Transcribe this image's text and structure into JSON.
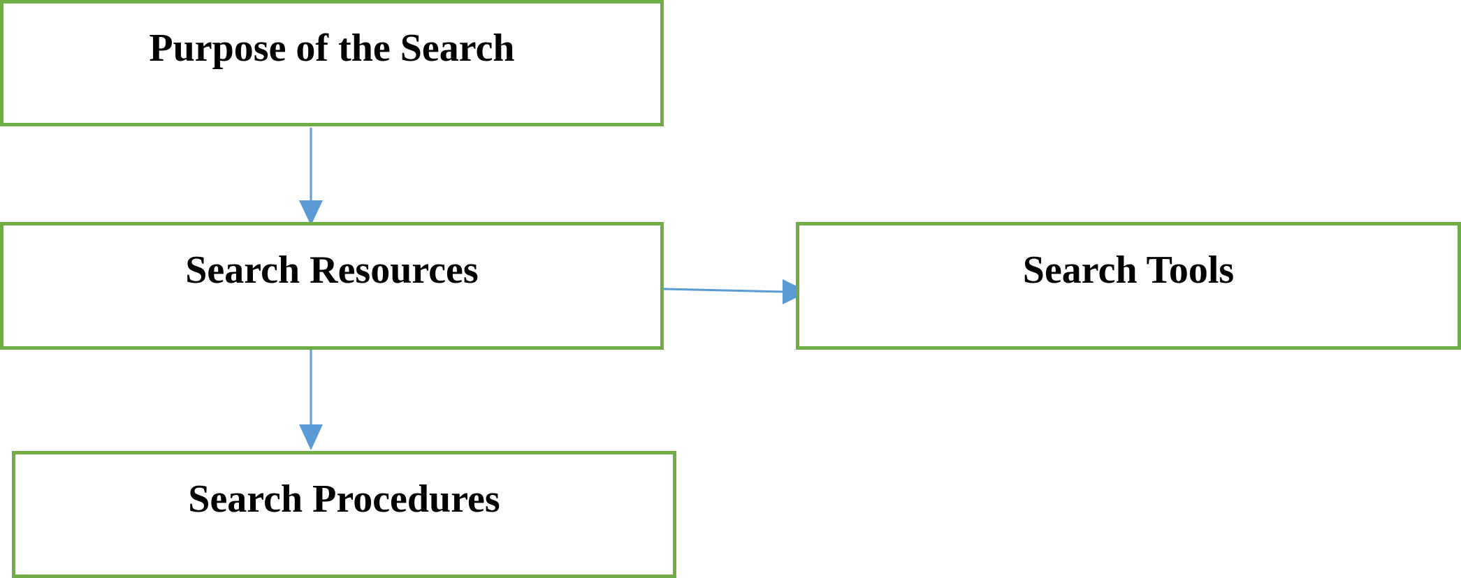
{
  "diagram": {
    "type": "flowchart",
    "colors": {
      "box_border": "#70AD47",
      "arrow": "#5B9BD5",
      "text": "#000000",
      "background": "#ffffff"
    },
    "nodes": [
      {
        "id": "purpose",
        "label": "Purpose of the Search"
      },
      {
        "id": "resources",
        "label": "Search Resources"
      },
      {
        "id": "tools",
        "label": "Search Tools"
      },
      {
        "id": "procedures",
        "label": "Search Procedures"
      }
    ],
    "edges": [
      {
        "from": "purpose",
        "to": "resources"
      },
      {
        "from": "resources",
        "to": "tools"
      },
      {
        "from": "resources",
        "to": "procedures"
      }
    ]
  }
}
